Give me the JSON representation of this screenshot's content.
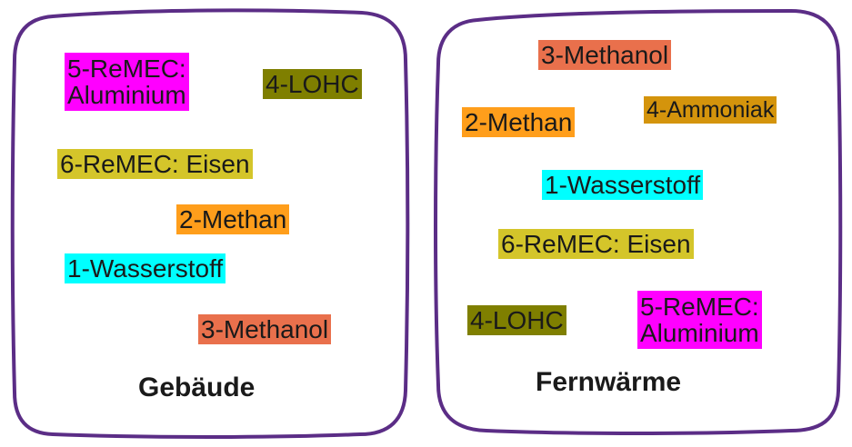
{
  "colors": {
    "frame": "#5b2d86",
    "wasserstoff": "#00ffff",
    "methan": "#ff9e1b",
    "methanol": "#e9704c",
    "lohc": "#7f7f00",
    "ammoniak": "#d4940c",
    "remec_aluminium": "#ff00ff",
    "remec_eisen": "#d4c52a"
  },
  "panels": {
    "left": {
      "title": "Gebäude",
      "items": {
        "remec_aluminium_line1": "5-ReMEC:",
        "remec_aluminium_line2": "Aluminium",
        "lohc": "4-LOHC",
        "remec_eisen": "6-ReMEC: Eisen",
        "methan": "2-Methan",
        "wasserstoff": "1-Wasserstoff",
        "methanol": "3-Methanol"
      }
    },
    "right": {
      "title": "Fernwärme",
      "items": {
        "methanol": "3-Methanol",
        "methan": "2-Methan",
        "ammoniak": "4-Ammoniak",
        "wasserstoff": "1-Wasserstoff",
        "remec_eisen": "6-ReMEC: Eisen",
        "lohc": "4-LOHC",
        "remec_aluminium_line1": "5-ReMEC:",
        "remec_aluminium_line2": "Aluminium"
      }
    }
  }
}
